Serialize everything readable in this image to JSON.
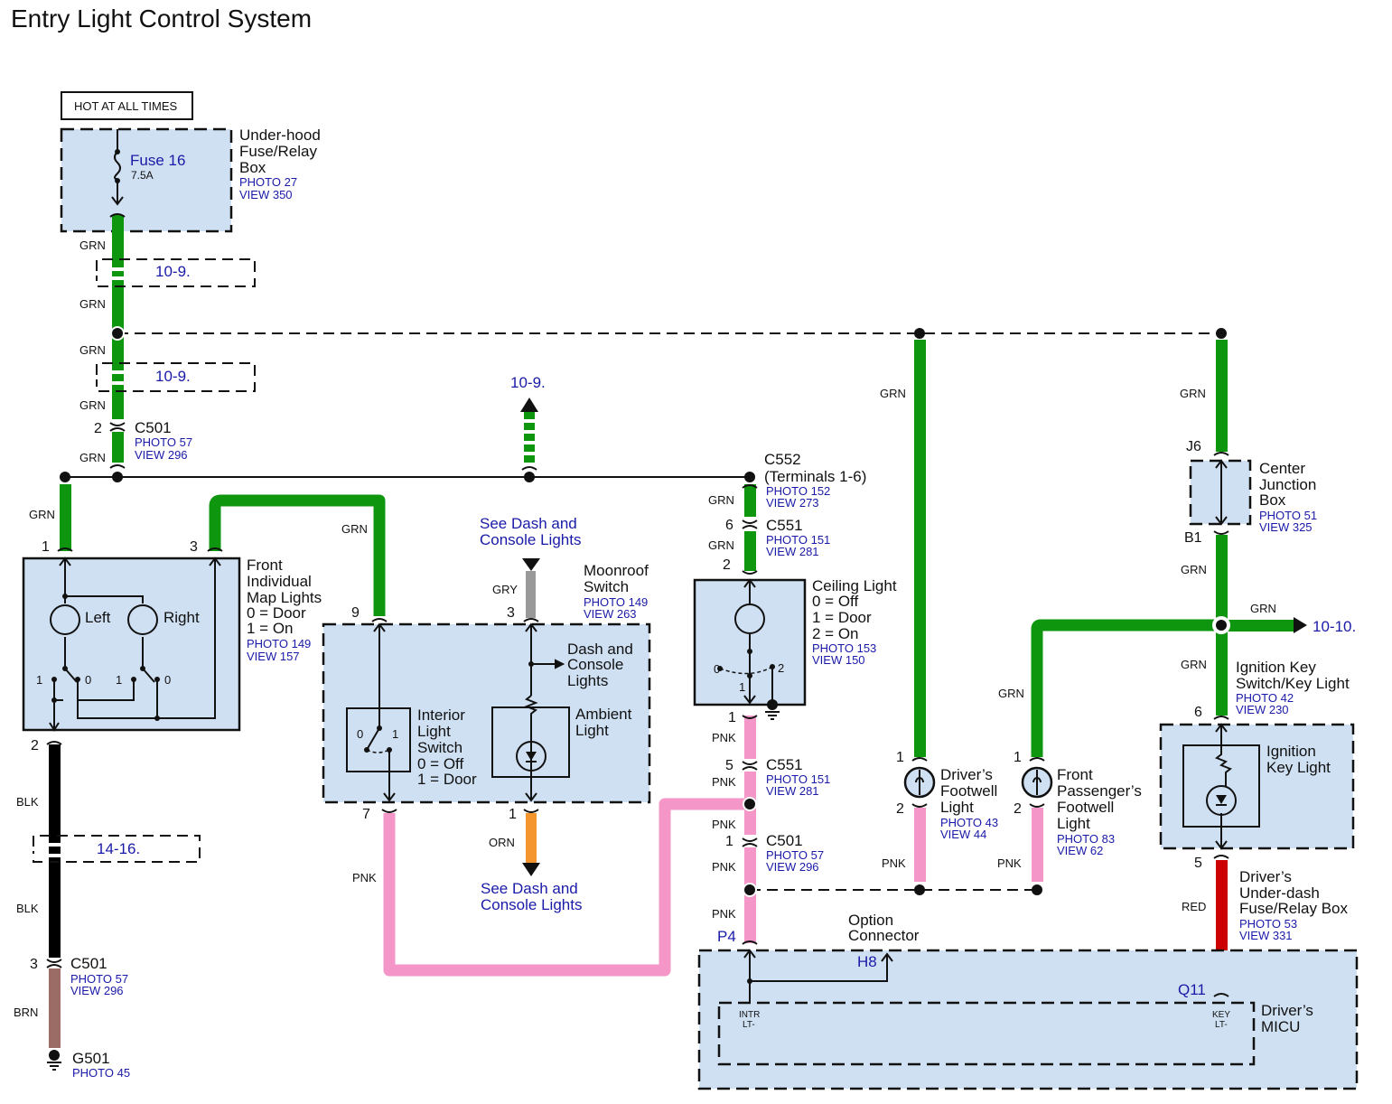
{
  "title": "Entry Light Control System",
  "wire_colors": {
    "GRN": "#0f960f",
    "PNK": "#f596c8",
    "BLK": "#000000",
    "BRN": "#9b6b66",
    "GRY": "#999999",
    "ORN": "#f4962d",
    "RED": "#cc0000"
  },
  "hot_label": "HOT AT ALL TIMES",
  "fuse_box": {
    "name_lines": [
      "Under-hood",
      "Fuse/Relay",
      "Box"
    ],
    "photo": "PHOTO 27",
    "view": "VIEW 350",
    "fuse": "Fuse 16",
    "rating": "7.5A"
  },
  "page_refs": {
    "r1": "10-9.",
    "r2": "10-9.",
    "r3": "10-9.",
    "r4": "14-16.",
    "r5": "10-10."
  },
  "wire_labels": {
    "grn": "GRN",
    "pnk": "PNK",
    "blk": "BLK",
    "brn": "BRN",
    "gry": "GRY",
    "orn": "ORN",
    "red": "RED"
  },
  "c501_top": {
    "name": "C501",
    "pin": "2",
    "photo": "PHOTO 57",
    "view": "VIEW 296"
  },
  "map_lights": {
    "name_lines": [
      "Front",
      "Individual",
      "Map Lights",
      "0 = Door",
      "1 = On"
    ],
    "photo": "PHOTO 149",
    "view": "VIEW 157",
    "left": "Left",
    "right": "Right",
    "pin1": "1",
    "pin3": "3",
    "pin2": "2",
    "sw1": "1",
    "sw0": "0"
  },
  "c501_bottom": {
    "name": "C501",
    "pin": "3",
    "photo": "PHOTO 57",
    "view": "VIEW 296"
  },
  "ground": {
    "name": "G501",
    "photo": "PHOTO 45"
  },
  "moonroof": {
    "name_lines": [
      "Moonroof",
      "Switch"
    ],
    "photo": "PHOTO 149",
    "view": "VIEW 263",
    "pin9": "9",
    "pin3": "3",
    "pin7": "7",
    "pin1": "1",
    "dash_lines": [
      "Dash and",
      "Console",
      "Lights"
    ],
    "switch_lines": [
      "Interior",
      "Light",
      "Switch",
      "0 = Off",
      "1 = Door"
    ],
    "ambient_lines": [
      "Ambient",
      "Light"
    ],
    "s0": "0",
    "s1": "1"
  },
  "see_dash": [
    "See Dash and",
    "Console Lights"
  ],
  "c552": {
    "name": "C552",
    "sub": "(Terminals 1-6)",
    "photo": "PHOTO 152",
    "view": "VIEW 273"
  },
  "c551_top": {
    "name": "C551",
    "pin": "6",
    "photo": "PHOTO 151",
    "view": "VIEW 281",
    "pin2": "2"
  },
  "ceiling": {
    "name_lines": [
      "Ceiling Light",
      "0 = Off",
      "1 = Door",
      "2 = On"
    ],
    "photo": "PHOTO 153",
    "view": "VIEW 150",
    "p0": "0",
    "p1": "1",
    "p2": "2",
    "pin1": "1"
  },
  "c551_bottom": {
    "name": "C551",
    "pin": "5",
    "photo": "PHOTO 151",
    "view": "VIEW 281"
  },
  "c501_mid": {
    "name": "C501",
    "pin": "1",
    "photo": "PHOTO 57",
    "view": "VIEW 296"
  },
  "driver_footwell": {
    "name_lines": [
      "Driver’s",
      "Footwell",
      "Light"
    ],
    "photo": "PHOTO 43",
    "view": "VIEW 44",
    "pin1": "1",
    "pin2": "2"
  },
  "pass_footwell": {
    "name_lines": [
      "Front",
      "Passenger’s",
      "Footwell",
      "Light"
    ],
    "photo": "PHOTO 83",
    "view": "VIEW 62",
    "pin1": "1",
    "pin2": "2"
  },
  "junction": {
    "name_lines": [
      "Center",
      "Junction",
      "Box"
    ],
    "photo": "PHOTO 51",
    "view": "VIEW 325",
    "top": "J6",
    "bottom": "B1"
  },
  "ign_switch": {
    "name_lines": [
      "Ignition Key",
      "Switch/Key Light"
    ],
    "photo": "PHOTO 42",
    "view": "VIEW 230",
    "pin6": "6",
    "pin5": "5",
    "inner_lines": [
      "Ignition",
      "Key Light"
    ]
  },
  "underdash": {
    "name_lines": [
      "Driver’s",
      "Under-dash",
      "Fuse/Relay Box"
    ],
    "photo": "PHOTO 53",
    "view": "VIEW 331"
  },
  "micu": {
    "name_lines": [
      "Driver’s",
      "MICU"
    ],
    "p4": "P4",
    "h8": "H8",
    "q11": "Q11",
    "option_lines": [
      "Option",
      "Connector"
    ],
    "intr": [
      "INTR",
      "LT-"
    ],
    "key": [
      "KEY",
      "LT-"
    ]
  }
}
